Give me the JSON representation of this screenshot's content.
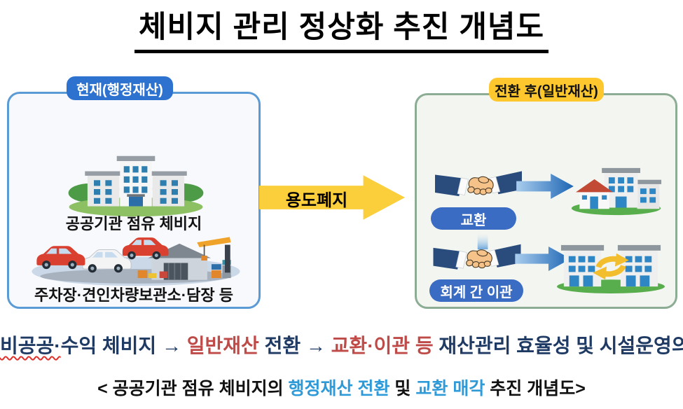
{
  "title": "체비지 관리 정상화 추진 개념도",
  "left_panel": {
    "label": "현재(행정재산)",
    "top_caption": "공공기관 점유 체비지",
    "bottom_caption": "주차장·견인차량보관소·담장 등",
    "illustrations": [
      "government-building",
      "cars-warehouse-crane"
    ]
  },
  "flow_arrow_label": "용도폐지",
  "right_panel": {
    "label": "전환 후(일반재산)",
    "row1_label": "교환",
    "row2_label": "회계 간 이관",
    "illustrations": [
      "handshake",
      "arrow-right",
      "house-and-buildings",
      "handshake",
      "arrow-right",
      "buildings-swap-arrows"
    ]
  },
  "summary": {
    "segments": [
      {
        "text": "비공공·",
        "color": "navy",
        "wavy": true
      },
      {
        "text": "수익 체비지 ",
        "color": "navy"
      },
      {
        "text": "→ ",
        "color": "navy"
      },
      {
        "text": "일반재산",
        "color": "red"
      },
      {
        "text": " 전환 ",
        "color": "navy"
      },
      {
        "text": "→ ",
        "color": "navy"
      },
      {
        "text": "교환·이관 등",
        "color": "red"
      },
      {
        "text": " 재산관리 효율성 및 시설운영의 안정성 확보",
        "color": "navy"
      }
    ]
  },
  "caption": {
    "segments": [
      {
        "text": "< 공공기관 점유 체비지의 ",
        "color": "black"
      },
      {
        "text": "행정재산 전환",
        "color": "blue"
      },
      {
        "text": " 및 ",
        "color": "black"
      },
      {
        "text": "교환 매각",
        "color": "blue"
      },
      {
        "text": " 추진 개념도>",
        "color": "black"
      }
    ]
  },
  "colors": {
    "left_pill_bg": "#2E72D0",
    "left_box_border": "#5B9BD5",
    "right_pill_bg": "#FFC72E",
    "right_box_border": "#8CAC94",
    "flow_arrow": "#FBCF3B",
    "label_pill_bg": "#3A6CC4",
    "summary_navy": "#1F3A63",
    "summary_red": "#BE4B48",
    "caption_blue": "#2E9AD8"
  }
}
